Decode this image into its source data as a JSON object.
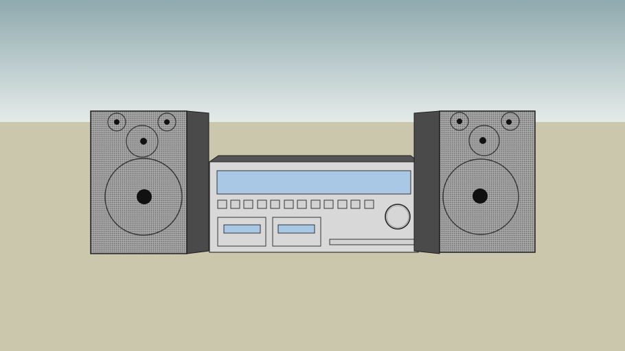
{
  "scene": {
    "colors": {
      "sky_top": "#8fa9ae",
      "sky_bottom": "#e4ebe9",
      "ground": "#cbc7ad",
      "speaker_front": "#a3a3a3",
      "speaker_side": "#4a4a4a",
      "speaker_edge": "#1e1e1e",
      "unit_body": "#d8d8d8",
      "unit_top": "#545454",
      "display_blue": "#a9c8e6",
      "button_fill": "#d2d2d2",
      "knob": "#d6d6d6"
    },
    "objects": [
      {
        "name": "left-speaker",
        "icon": "speaker-icon"
      },
      {
        "name": "stereo-unit",
        "icon": "stereo-icon"
      },
      {
        "name": "right-speaker",
        "icon": "speaker-icon"
      }
    ],
    "stereo": {
      "preset_button_count": 12,
      "cassette_deck_count": 2
    }
  }
}
